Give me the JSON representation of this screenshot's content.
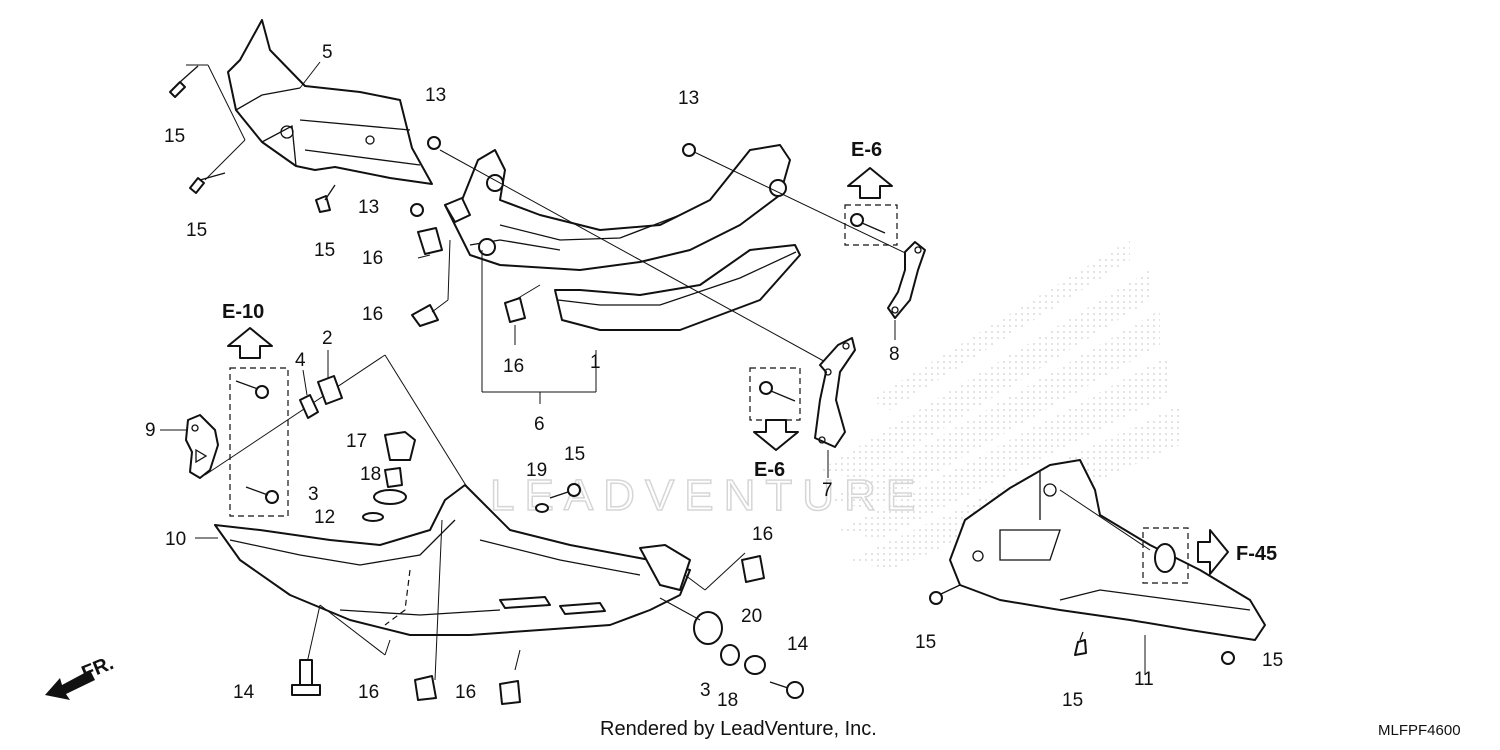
{
  "callouts": [
    {
      "text": "5"
    },
    {
      "text": "15"
    },
    {
      "text": "15"
    },
    {
      "text": "15"
    },
    {
      "text": "13"
    },
    {
      "text": "13"
    },
    {
      "text": "13"
    },
    {
      "text": "16"
    },
    {
      "text": "16"
    },
    {
      "text": "16"
    },
    {
      "text": "1"
    },
    {
      "text": "6"
    },
    {
      "text": "8"
    },
    {
      "text": "7"
    },
    {
      "text": "2"
    },
    {
      "text": "4"
    },
    {
      "text": "9"
    },
    {
      "text": "17"
    },
    {
      "text": "18"
    },
    {
      "text": "3"
    },
    {
      "text": "12"
    },
    {
      "text": "10"
    },
    {
      "text": "19"
    },
    {
      "text": "15"
    },
    {
      "text": "16"
    },
    {
      "text": "20"
    },
    {
      "text": "14"
    },
    {
      "text": "3"
    },
    {
      "text": "18"
    },
    {
      "text": "14"
    },
    {
      "text": "16"
    },
    {
      "text": "16"
    },
    {
      "text": "15"
    },
    {
      "text": "15"
    },
    {
      "text": "11"
    },
    {
      "text": "15"
    }
  ],
  "refs": [
    {
      "text": "E-6"
    },
    {
      "text": "E-6"
    },
    {
      "text": "E-10"
    },
    {
      "text": "F-45"
    }
  ],
  "watermark": "LEADVENTURE",
  "direction_label": "FR.",
  "footer": "Rendered by LeadVenture, Inc.",
  "diagram_code": "MLFPF4600"
}
